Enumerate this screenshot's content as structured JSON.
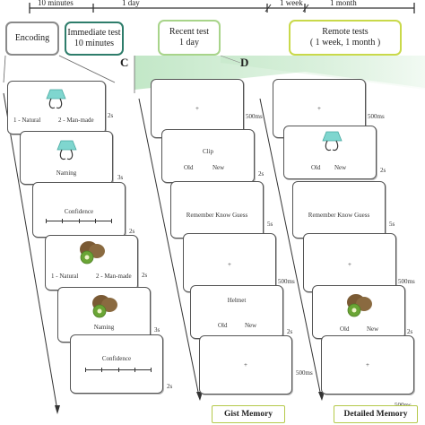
{
  "timeline": {
    "intervals": [
      "10 minutes",
      "1 day",
      "1 week",
      "1 month"
    ]
  },
  "phases": {
    "encoding": "Encoding",
    "immediate": [
      "Immediate test",
      "10 minutes"
    ],
    "recent": [
      "Recent test",
      "1 day"
    ],
    "remote": [
      "Remote tests",
      "( 1 week, 1 month )"
    ]
  },
  "panels": {
    "c": "C",
    "d": "D"
  },
  "encoding_panel": {
    "screens": [
      {
        "kind": "image",
        "icon": "binder-clip-icon",
        "options": [
          "1 - Natural",
          "2 - Man-made"
        ],
        "duration": "2s"
      },
      {
        "kind": "image",
        "icon": "binder-clip-icon",
        "label": "Naming",
        "duration": "3s"
      },
      {
        "kind": "scale",
        "label": "Confidence",
        "duration": "2s"
      },
      {
        "kind": "image",
        "icon": "kiwi-icon",
        "options": [
          "1 - Natural",
          "2 - Man-made"
        ],
        "duration": "2s"
      },
      {
        "kind": "image",
        "icon": "kiwi-icon",
        "label": "Naming",
        "duration": "3s"
      },
      {
        "kind": "scale",
        "label": "Confidence",
        "duration": "2s"
      }
    ]
  },
  "gist_panel": {
    "screens": [
      {
        "kind": "fixation",
        "symbol": "+",
        "duration": "500ms"
      },
      {
        "kind": "word",
        "word": "Clip",
        "options": [
          "Old",
          "New"
        ],
        "duration": "2s"
      },
      {
        "kind": "rkg",
        "label": "Remember Know Guess",
        "duration": "5s"
      },
      {
        "kind": "fixation",
        "symbol": "+",
        "duration": "500ms"
      },
      {
        "kind": "word",
        "word": "Helmet",
        "options": [
          "Old",
          "New"
        ],
        "duration": "2s"
      },
      {
        "kind": "fixation",
        "symbol": "+",
        "duration": "500ms"
      }
    ],
    "title": "Gist Memory"
  },
  "detailed_panel": {
    "screens": [
      {
        "kind": "fixation",
        "symbol": "+",
        "duration": "500ms"
      },
      {
        "kind": "image",
        "icon": "binder-clip-icon",
        "options": [
          "Old",
          "New"
        ],
        "duration": "2s"
      },
      {
        "kind": "rkg",
        "label": "Remember Know Guess",
        "duration": "5s"
      },
      {
        "kind": "fixation",
        "symbol": "+",
        "duration": "500ms"
      },
      {
        "kind": "image",
        "icon": "kiwi-icon",
        "options": [
          "Old",
          "New"
        ],
        "duration": "2s"
      },
      {
        "kind": "fixation",
        "symbol": "+",
        "duration": "500ms"
      }
    ],
    "title": "Detailed Memory"
  },
  "colors": {
    "encoding_border": "#8a8a8a",
    "immediate_border": "#2e7d6b",
    "recent_border": "#a8d48a",
    "remote_border": "#c9d94a",
    "green_band": "#bfe6c4"
  }
}
